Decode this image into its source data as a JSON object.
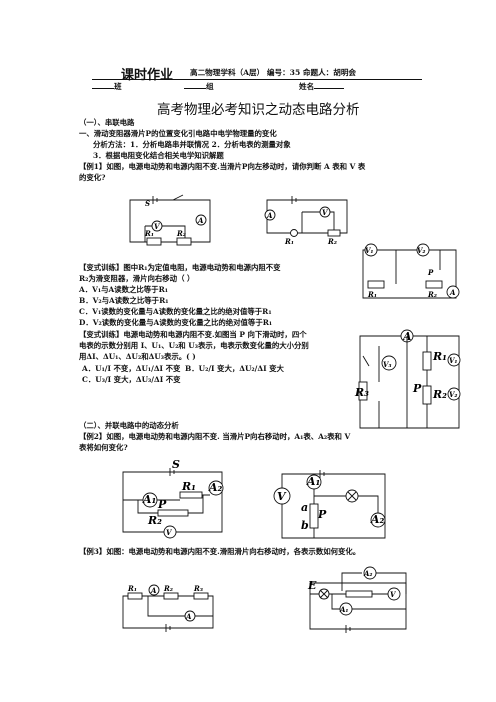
{
  "header": {
    "title": "课时作业",
    "meta": "高二物理学科（A层） 编号：35 命题人：胡明会",
    "class_label": "班",
    "group_label": "组",
    "name_label": "姓名"
  },
  "doc_title": "高考物理必考知识之动态电路分析",
  "sec1": {
    "heading": "（一）、串联电路",
    "line1": "一、滑动变阻器滑片P的位置变化引电路中电学物理量的变化",
    "line2": "分析方法：1．分析电路串并联情况 2．分析电表的测量对象",
    "line3": "3．根据电阻变化结合相关电学知识解题",
    "ex1a": "【例1】如图，电源电动势和电源内阻不变.当滑片P向左移动时，请你判断 A 表和 V 表",
    "ex1b": "的变化?"
  },
  "var1": {
    "l1": "【变式训练】图中R₁为定值电阻，电源电动势和电源内阻不变",
    "l2": "R₂为滑变阻器，滑片向右移动（ ）",
    "optA": "A．V₁与A读数之比等于R₁",
    "optB": "B．V₂与A读数之比等于R₁",
    "optC": "C．V₁读数的变化量与A读数的变化量之比的绝对值等于R₁",
    "optD": "D．V₂读数的变化量与A读数的变化量之比的绝对值等于R₁"
  },
  "var2": {
    "l1": "【变式训练】电源电动势和电源内阻不变.如图当 P 向下滑动时，四个",
    "l2": "电表的示数分别用 I、U₁、U₂和 U₃表示，电表示数变化量的大小分别",
    "l3": "用ΔI、ΔU₁、ΔU₂和ΔU₃表示。( )",
    "optA": "A．U₁/I 不变，ΔU₁/ΔI 不变",
    "optB": "B．U₂/I 变大，ΔU₂/ΔI 变大",
    "optC": "C．U₃/I 变大，ΔU₃/ΔI 不变"
  },
  "sec2": {
    "heading": "（二）、并联电路中的动态分析",
    "ex2a": "【例2】如图，电源电动势和电源内阻不变. 当滑片P向右移动时，A₁表、A₂表和 V",
    "ex2b": "表将如何变化?",
    "ex3": "【例3】如图：电源电动势和电源内阻不变.滑阻滑片向右移动时，各表示数如何变化。"
  },
  "labels": {
    "S": "S",
    "A": "A",
    "V": "V",
    "R1": "R₁",
    "R2": "R₂",
    "R3": "R₃",
    "V1": "V₁",
    "V2": "V₂",
    "V3": "V₃",
    "A1": "A₁",
    "A2": "A₂",
    "P": "P",
    "a": "a",
    "b": "b",
    "E": "E"
  }
}
